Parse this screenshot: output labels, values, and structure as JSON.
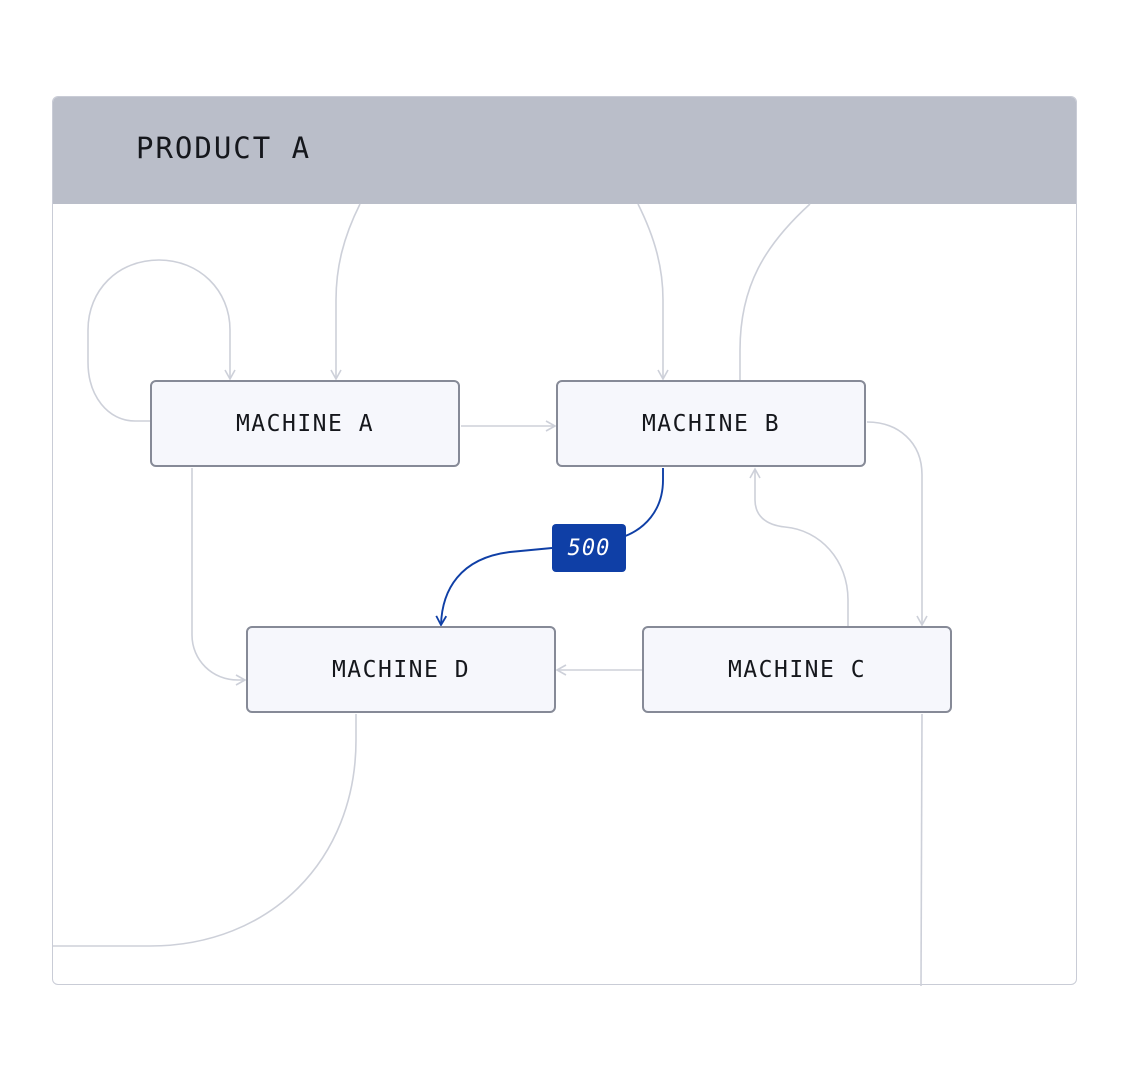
{
  "panel": {
    "title": "PRODUCT A"
  },
  "nodes": {
    "a": {
      "label": "MACHINE A"
    },
    "b": {
      "label": "MACHINE B"
    },
    "c": {
      "label": "MACHINE C"
    },
    "d": {
      "label": "MACHINE D"
    }
  },
  "highlight_edge": {
    "from": "MACHINE B",
    "to": "MACHINE D",
    "label": "500"
  },
  "colors": {
    "header_bg": "#babec9",
    "node_bg": "#f6f7fc",
    "node_border": "#868a97",
    "wire": "#cdd0d9",
    "highlight": "#0f3fa6"
  }
}
